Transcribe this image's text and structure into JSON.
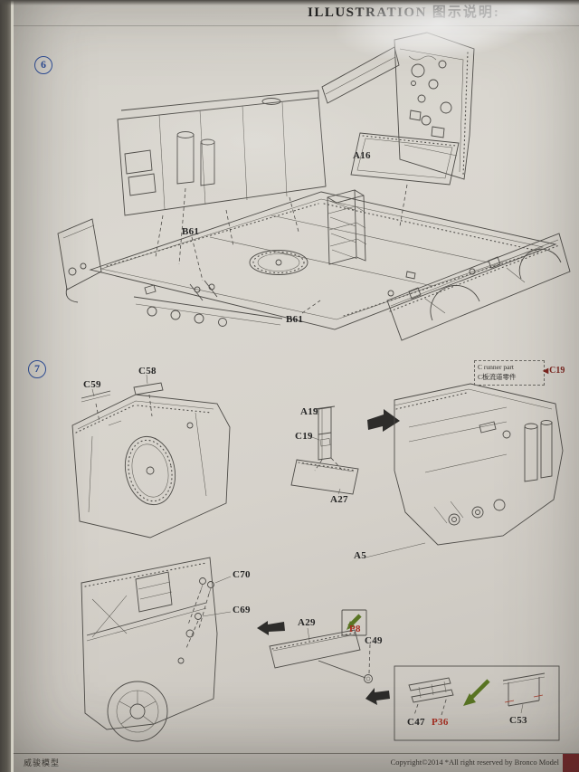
{
  "header": {
    "title_en": "ILLUSTRATION",
    "title_zh": "图示说明:"
  },
  "steps": {
    "step6": "6",
    "step7": "7"
  },
  "labels": {
    "a16": "A16",
    "b61": "B61",
    "c58": "C58",
    "c59": "C59",
    "a19": "A19",
    "c19": "C19",
    "a27": "A27",
    "a5": "A5",
    "c70": "C70",
    "c69": "C69",
    "a29": "A29",
    "c49": "C49",
    "p8": "P8",
    "c47": "C47",
    "p36": "P36",
    "c53": "C53"
  },
  "runner_note": {
    "line1": "C runner part",
    "line2": "C板流道零件"
  },
  "footer": {
    "brand_zh": "威骏模型",
    "copyright": "Copyright©2014   *All right reserved by Bronco Model"
  },
  "colors": {
    "accent_blue": "#2d4f9e",
    "label_red": "#a82c1f",
    "arrow_green": "#5a7524",
    "footer_block_red": "#7b2125"
  }
}
